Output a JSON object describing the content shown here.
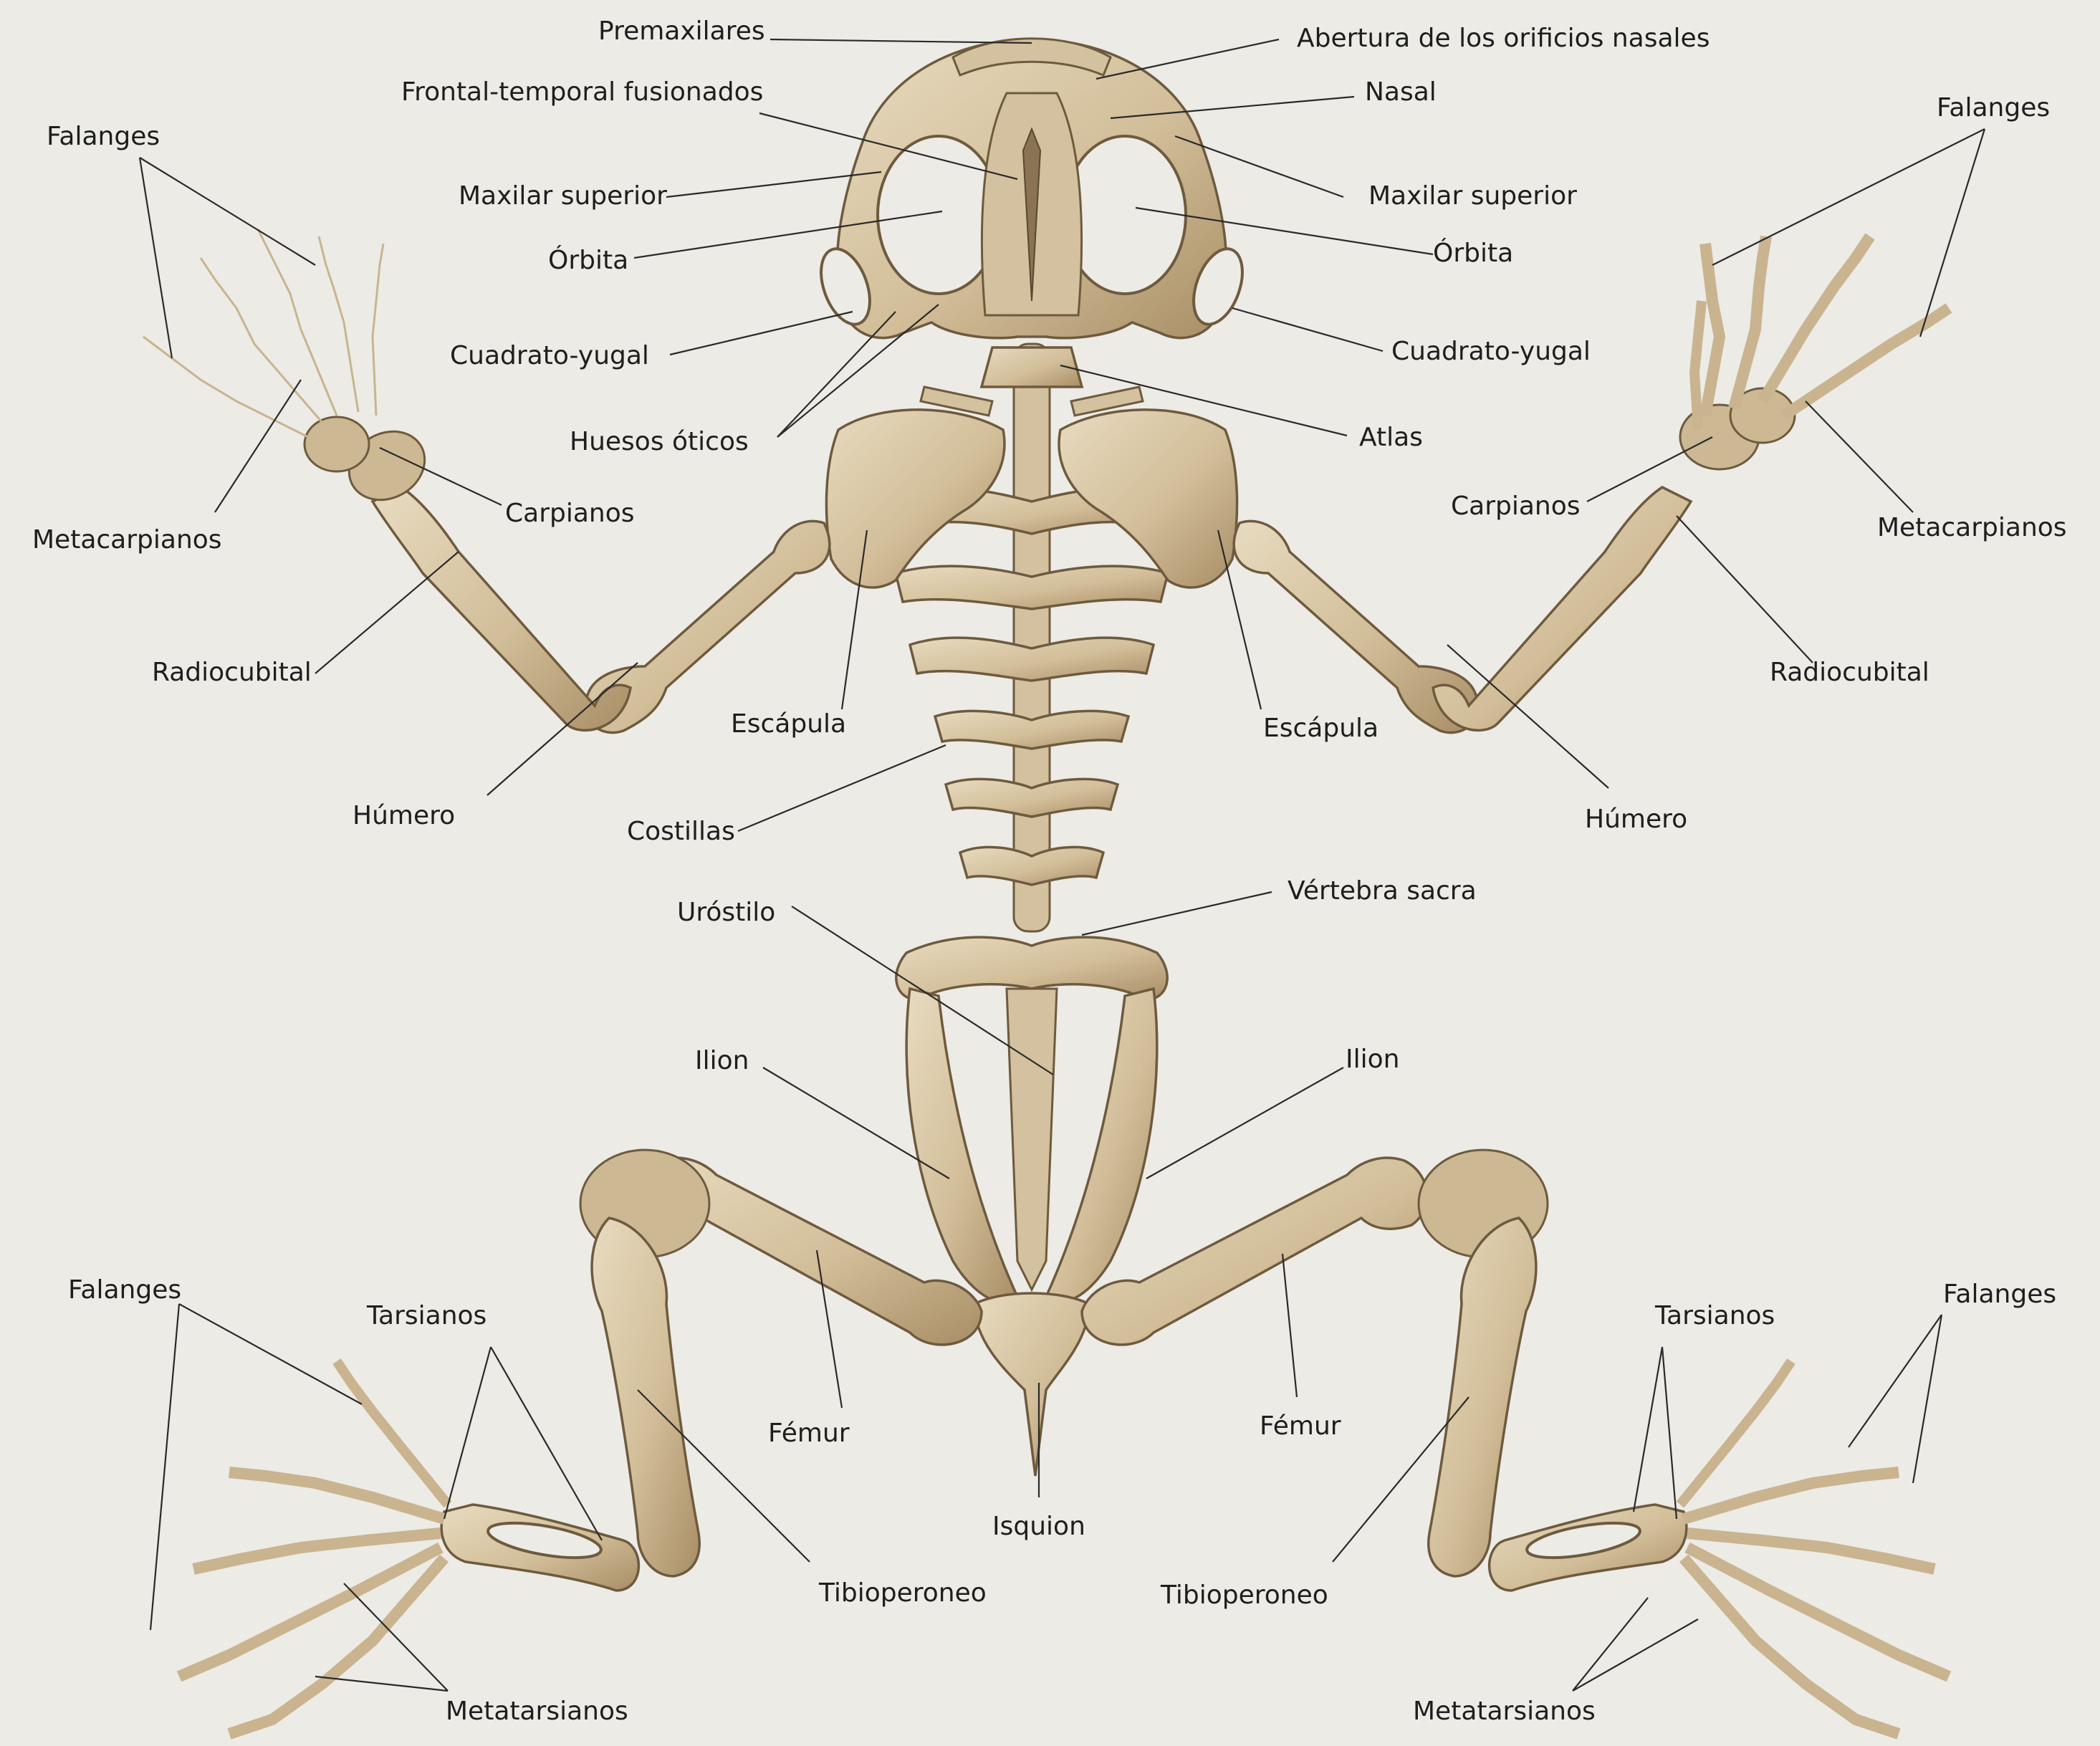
{
  "labels": {
    "premaxilares": "Premaxilares",
    "abertura": "Abertura de los orificios nasales",
    "frontal_temporal": "Frontal-temporal fusionados",
    "nasal": "Nasal",
    "maxilar_sup_l": "Maxilar superior",
    "maxilar_sup_r": "Maxilar superior",
    "orbita_l": "Órbita",
    "orbita_r": "Órbita",
    "cuadrato_l": "Cuadrato-yugal",
    "cuadrato_r": "Cuadrato-yugal",
    "huesos_oticos": "Huesos óticos",
    "atlas": "Atlas",
    "falanges_tl": "Falanges",
    "falanges_tr": "Falanges",
    "metacarpianos_l": "Metacarpianos",
    "metacarpianos_r": "Metacarpianos",
    "carpianos_l": "Carpianos",
    "carpianos_r": "Carpianos",
    "radiocubital_l": "Radiocubital",
    "radiocubital_r": "Radiocubital",
    "escapula_l": "Escápula",
    "escapula_r": "Escápula",
    "humero_l": "Húmero",
    "humero_r": "Húmero",
    "costillas": "Costillas",
    "vertebra_sacra": "Vértebra sacra",
    "urostilo": "Uróstilo",
    "ilion_l": "Ilion",
    "ilion_r": "Ilion",
    "falanges_bl": "Falanges",
    "falanges_br": "Falanges",
    "tarsianos_l": "Tarsianos",
    "tarsianos_r": "Tarsianos",
    "femur_l": "Fémur",
    "femur_r": "Fémur",
    "isquion": "Isquion",
    "tibioperoneo_l": "Tibioperoneo",
    "tibioperoneo_r": "Tibioperoneo",
    "metatarsianos_l": "Metatarsianos",
    "metatarsianos_r": "Metatarsianos"
  },
  "colors": {
    "background": "#ecebe6",
    "bone": "#d6c3a1",
    "bone_shadow": "#a88e66",
    "outline": "#6e5a3e",
    "label_text": "#1e1e1e"
  }
}
